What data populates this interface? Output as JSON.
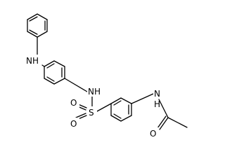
{
  "atoms": {
    "nh_amine": "NH",
    "nh_sulfonamide": "NH",
    "sulfur": "S",
    "oxygen_upper": "O",
    "oxygen_lower": "O",
    "nh_amide": "N",
    "h_amide": "H",
    "oxygen_carbonyl": "O"
  }
}
